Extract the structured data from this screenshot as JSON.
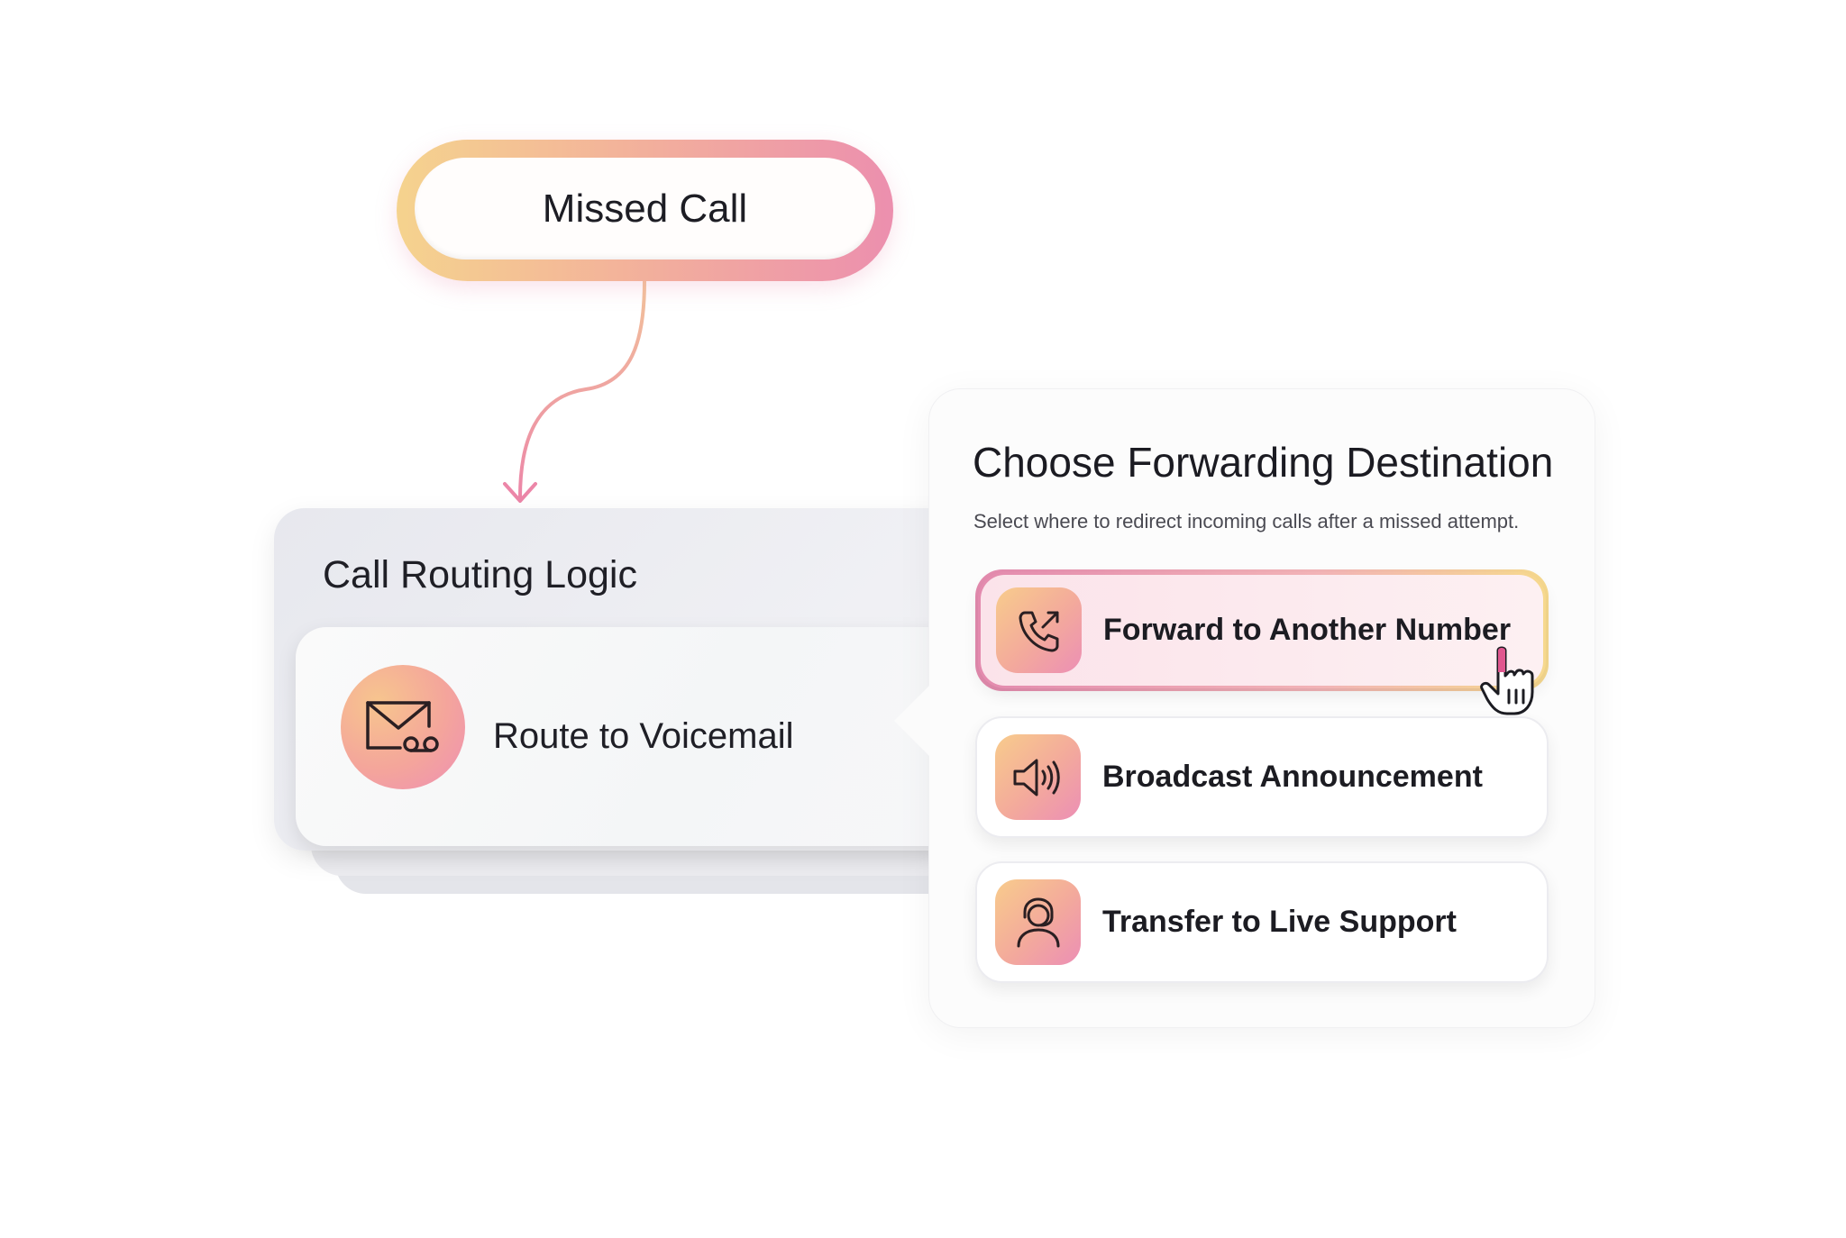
{
  "trigger": {
    "label": "Missed Call"
  },
  "routing": {
    "title": "Call Routing Logic",
    "current_action": {
      "label": "Route to Voicemail",
      "icon": "voicemail-envelope-icon"
    }
  },
  "forwarding": {
    "title": "Choose Forwarding Destination",
    "subtitle": "Select where to redirect incoming calls after a missed attempt.",
    "options": [
      {
        "label": "Forward to Another Number",
        "icon": "phone-forward-icon",
        "selected": true
      },
      {
        "label": "Broadcast Announcement",
        "icon": "speaker-icon",
        "selected": false
      },
      {
        "label": "Transfer to Live Support",
        "icon": "headset-agent-icon",
        "selected": false
      }
    ]
  },
  "colors": {
    "accent_pink": "#ec8fae",
    "accent_yellow": "#f5d38e",
    "text": "#1c1c22"
  }
}
